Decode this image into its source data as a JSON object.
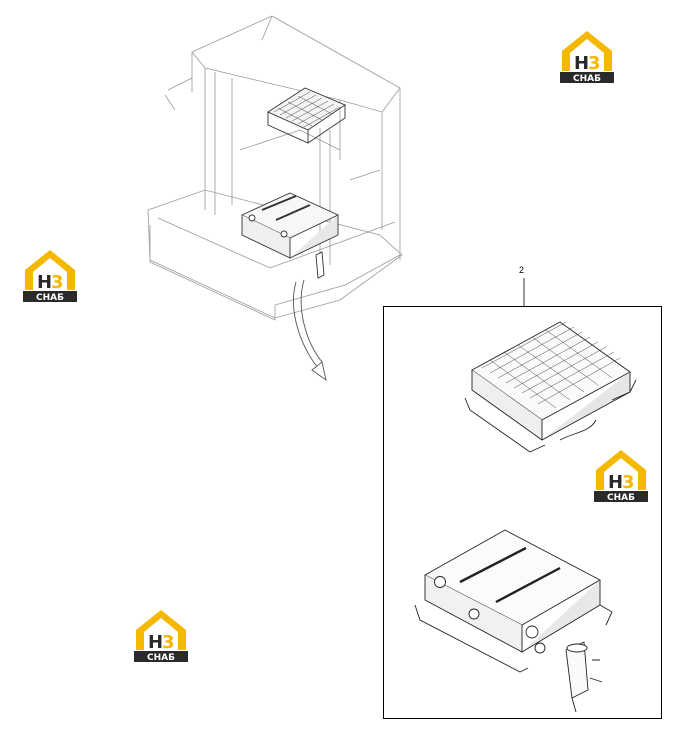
{
  "callout": {
    "number": "2"
  },
  "logo": {
    "letters_h": "H",
    "letters_3": "3",
    "wordmark": "СНАБ",
    "colors": {
      "yellow": "#f5b800",
      "dark": "#2a2a2a"
    }
  }
}
